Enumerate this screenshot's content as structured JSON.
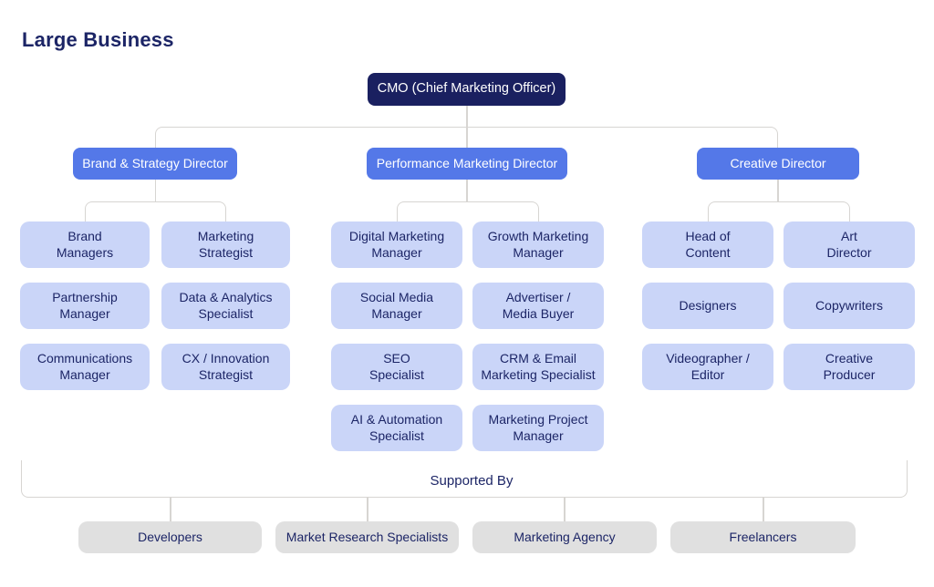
{
  "title": "Large Business",
  "root": {
    "label": "CMO (Chief Marketing Officer)"
  },
  "directors": [
    {
      "label": "Brand & Strategy Director",
      "reports": [
        {
          "lines": [
            "Brand",
            "Managers"
          ]
        },
        {
          "lines": [
            "Marketing",
            "Strategist"
          ]
        },
        {
          "lines": [
            "Partnership",
            "Manager"
          ]
        },
        {
          "lines": [
            "Data & Analytics",
            "Specialist"
          ]
        },
        {
          "lines": [
            "Communications",
            "Manager"
          ]
        },
        {
          "lines": [
            "CX / Innovation",
            "Strategist"
          ]
        }
      ]
    },
    {
      "label": "Performance Marketing Director",
      "reports": [
        {
          "lines": [
            "Digital Marketing",
            "Manager"
          ]
        },
        {
          "lines": [
            "Growth Marketing",
            "Manager"
          ]
        },
        {
          "lines": [
            "Social Media",
            "Manager"
          ]
        },
        {
          "lines": [
            "Advertiser /",
            "Media Buyer"
          ]
        },
        {
          "lines": [
            "SEO",
            "Specialist"
          ]
        },
        {
          "lines": [
            "CRM & Email",
            "Marketing Specialist"
          ]
        },
        {
          "lines": [
            "AI & Automation",
            "Specialist"
          ]
        },
        {
          "lines": [
            "Marketing Project",
            "Manager"
          ]
        }
      ]
    },
    {
      "label": "Creative Director",
      "reports": [
        {
          "lines": [
            "Head of",
            "Content"
          ]
        },
        {
          "lines": [
            "Art",
            "Director"
          ]
        },
        {
          "lines": [
            "Designers"
          ]
        },
        {
          "lines": [
            "Copywriters"
          ]
        },
        {
          "lines": [
            "Videographer /",
            "Editor"
          ]
        },
        {
          "lines": [
            "Creative",
            "Producer"
          ]
        }
      ]
    }
  ],
  "supported_by": {
    "label": "Supported By",
    "items": [
      "Developers",
      "Market Research Specialists",
      "Marketing Agency",
      "Freelancers"
    ]
  },
  "colors": {
    "cmo_bg": "#1A2060",
    "director_bg": "#5478E8",
    "role_bg": "#CAD5F8",
    "support_bg": "#E0E0E0",
    "text_dark": "#1C2566",
    "text_light": "#FFFFFF",
    "connector": "#D7D5D2"
  }
}
